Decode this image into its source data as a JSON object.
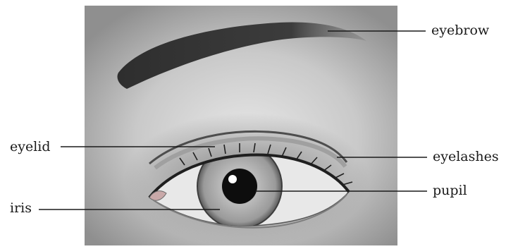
{
  "labels": {
    "eyebrow": "eyebrow",
    "eyelid": "eyelid",
    "eyelashes": "eyelashes",
    "pupil": "pupil",
    "iris": "iris"
  },
  "colors": {
    "background": "#ffffff",
    "skin_light": "#d9d9d9",
    "skin_dark": "#8f8f8f",
    "brow": "#3a3a3a",
    "iris": "#a8a8a8",
    "pupil": "#0d0d0d",
    "leader_line": "#1a1a1a"
  }
}
